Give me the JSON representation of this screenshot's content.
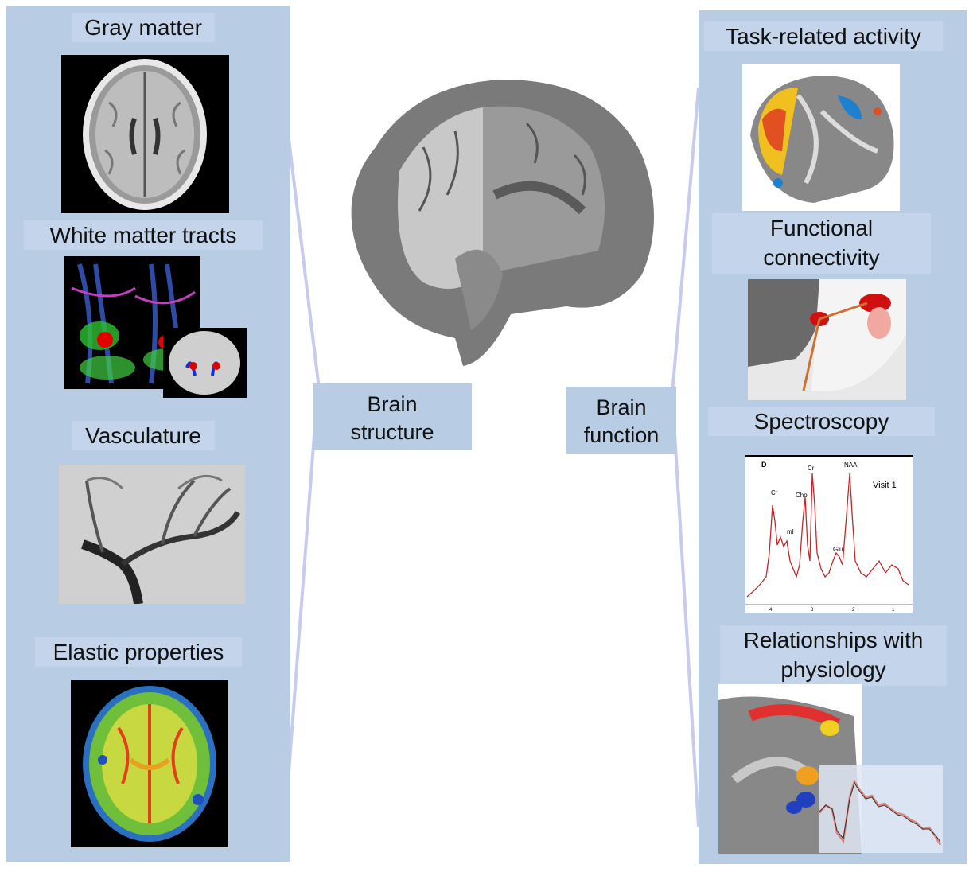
{
  "left_panel": {
    "items": [
      {
        "label": "Gray matter"
      },
      {
        "label": "White matter tracts"
      },
      {
        "label": "Vasculature"
      },
      {
        "label": "Elastic properties"
      }
    ]
  },
  "center": {
    "structure_label": [
      "Brain",
      "structure"
    ],
    "function_label": [
      "Brain",
      "function"
    ]
  },
  "right_panel": {
    "items": [
      {
        "label": "Task-related activity"
      },
      {
        "label": "Functional"
      },
      {
        "label": "connectivity"
      },
      {
        "label": "Spectroscopy"
      },
      {
        "label": "Relationships with"
      },
      {
        "label": "physiology"
      }
    ],
    "spectrum": {
      "panel_letter": "D",
      "visit": "Visit 1",
      "peaks": [
        "Cr",
        "mI",
        "Cho",
        "Cr",
        "Glu",
        "NAA"
      ],
      "ticks": [
        "4",
        "3",
        "2",
        "1"
      ]
    }
  },
  "colors": {
    "panel": "#b8cce4",
    "connector": "#c8cbee",
    "spectrum_line": "#c0282a"
  }
}
